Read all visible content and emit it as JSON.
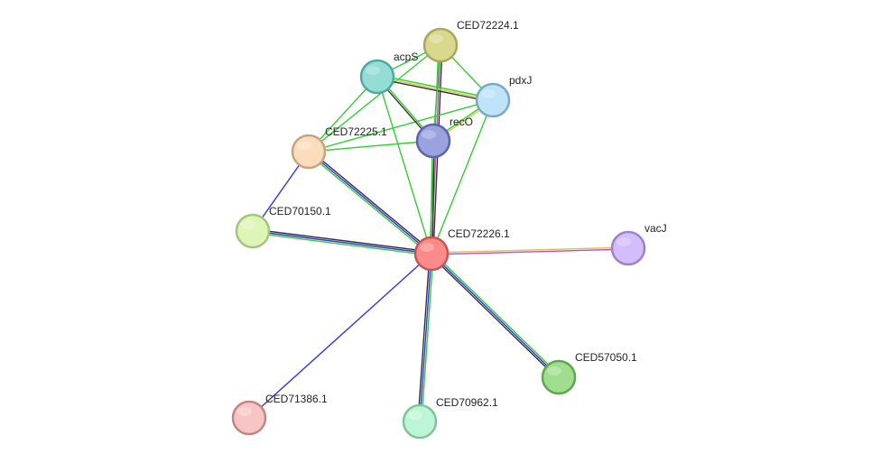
{
  "nodes": [
    {
      "id": "CED72224.1",
      "label": "CED72224.1",
      "fill": "#d9d98e",
      "stroke": "#a8a858"
    },
    {
      "id": "acpS",
      "label": "acpS",
      "fill": "#93ddd4",
      "stroke": "#4fa9a0"
    },
    {
      "id": "pdxJ",
      "label": "pdxJ",
      "fill": "#bfe3fb",
      "stroke": "#7aa9c8"
    },
    {
      "id": "recO",
      "label": "recO",
      "fill": "#9aa3df",
      "stroke": "#5a64aa"
    },
    {
      "id": "CED72225.1",
      "label": "CED72225.1",
      "fill": "#fbdcbc",
      "stroke": "#c8a380"
    },
    {
      "id": "CED70150.1",
      "label": "CED70150.1",
      "fill": "#ddf5b6",
      "stroke": "#a6c47d"
    },
    {
      "id": "CED72226.1",
      "label": "CED72226.1",
      "fill": "#fb8a8a",
      "stroke": "#c75353"
    },
    {
      "id": "vacJ",
      "label": "vacJ",
      "fill": "#d3bdfa",
      "stroke": "#9a83c8"
    },
    {
      "id": "CED57050.1",
      "label": "CED57050.1",
      "fill": "#a0de8f",
      "stroke": "#5fa650"
    },
    {
      "id": "CED71386.1",
      "label": "CED71386.1",
      "fill": "#f8c5c5",
      "stroke": "#c08585"
    },
    {
      "id": "CED70962.1",
      "label": "CED70962.1",
      "fill": "#bdf6d7",
      "stroke": "#80c29e"
    }
  ],
  "edges": [
    {
      "source": "CED72226.1",
      "target": "CED72224.1",
      "colors": [
        "#33cc33",
        "#cc44cc",
        "#333333"
      ]
    },
    {
      "source": "CED72226.1",
      "target": "recO",
      "colors": [
        "#33cc33",
        "#333333"
      ]
    },
    {
      "source": "CED72226.1",
      "target": "acpS",
      "colors": [
        "#33cc33"
      ]
    },
    {
      "source": "CED72226.1",
      "target": "pdxJ",
      "colors": [
        "#33cc33"
      ]
    },
    {
      "source": "CED72226.1",
      "target": "CED72225.1",
      "colors": [
        "#33cc33",
        "#3333dd",
        "#333333"
      ]
    },
    {
      "source": "CED72226.1",
      "target": "CED70150.1",
      "colors": [
        "#33cc33",
        "#3333dd",
        "#333333"
      ]
    },
    {
      "source": "CED72226.1",
      "target": "vacJ",
      "colors": [
        "#cccc44",
        "#cc44cc"
      ]
    },
    {
      "source": "CED72226.1",
      "target": "CED57050.1",
      "colors": [
        "#33cc33",
        "#3333dd",
        "#333333"
      ]
    },
    {
      "source": "CED72226.1",
      "target": "CED71386.1",
      "colors": [
        "#3333dd"
      ]
    },
    {
      "source": "CED72226.1",
      "target": "CED70962.1",
      "colors": [
        "#33cc33",
        "#3333dd",
        "#333333"
      ]
    },
    {
      "source": "CED72225.1",
      "target": "CED70150.1",
      "colors": [
        "#3333dd"
      ]
    },
    {
      "source": "CED72225.1",
      "target": "acpS",
      "colors": [
        "#33cc33"
      ]
    },
    {
      "source": "CED72225.1",
      "target": "CED72224.1",
      "colors": [
        "#33cc33"
      ]
    },
    {
      "source": "CED72225.1",
      "target": "recO",
      "colors": [
        "#33cc33"
      ]
    },
    {
      "source": "CED72225.1",
      "target": "pdxJ",
      "colors": [
        "#33cc33"
      ]
    },
    {
      "source": "acpS",
      "target": "CED72224.1",
      "colors": [
        "#33cc33"
      ]
    },
    {
      "source": "acpS",
      "target": "pdxJ",
      "colors": [
        "#33cc33",
        "#cccc44",
        "#333333"
      ]
    },
    {
      "source": "acpS",
      "target": "recO",
      "colors": [
        "#33cc33",
        "#333333"
      ]
    },
    {
      "source": "CED72224.1",
      "target": "pdxJ",
      "colors": [
        "#33cc33"
      ]
    },
    {
      "source": "CED72224.1",
      "target": "recO",
      "colors": [
        "#33cc33"
      ]
    },
    {
      "source": "recO",
      "target": "pdxJ",
      "colors": [
        "#33cc33",
        "#cccc44"
      ]
    }
  ]
}
